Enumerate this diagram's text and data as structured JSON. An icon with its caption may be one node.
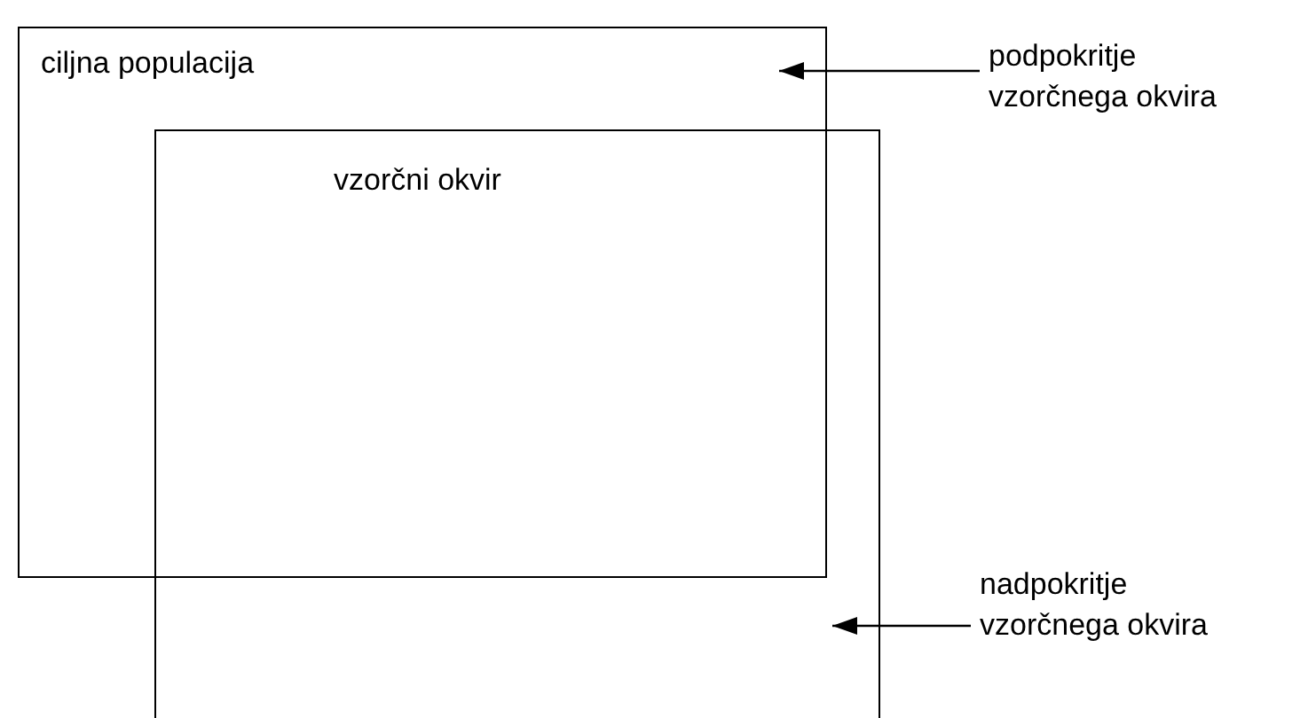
{
  "diagram": {
    "nodes": [
      {
        "text": [
          "ciljna populacija"
        ]
      },
      {
        "text": [
          "vzorčni okvir"
        ]
      },
      {
        "text": [
          "podpokritje vzorčnega okvira"
        ]
      },
      {
        "text": [
          "nadpokritje vzorčnega okvira"
        ]
      }
    ],
    "edges": [
      {
        "from": 2,
        "to": 0,
        "arrow": "to"
      },
      {
        "from": 3,
        "to": 1,
        "arrow": "to"
      }
    ]
  }
}
